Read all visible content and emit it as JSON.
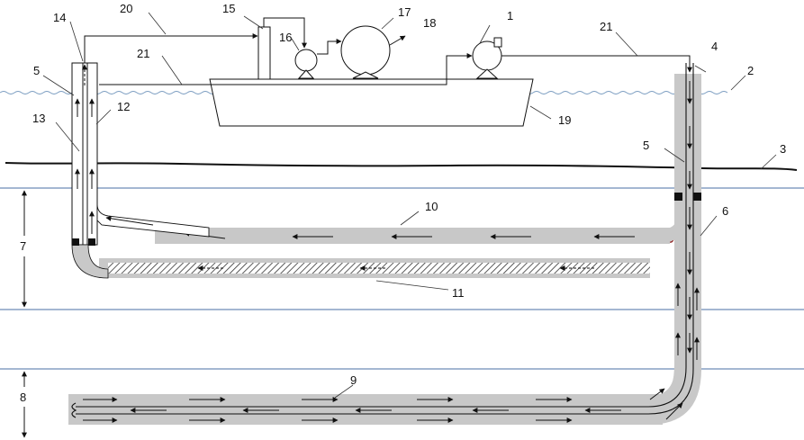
{
  "figure": {
    "labels": {
      "n1": "1",
      "n2": "2",
      "n3": "3",
      "n4": "4",
      "n5a": "5",
      "n5b": "5",
      "n6": "6",
      "n7": "7",
      "n8": "8",
      "n9": "9",
      "n10": "10",
      "n11": "11",
      "n12": "12",
      "n13": "13",
      "n14": "14",
      "n15": "15",
      "n16": "16",
      "n17": "17",
      "n18": "18",
      "n19": "19",
      "n20": "20",
      "n21a": "21",
      "n21b": "21"
    },
    "colors": {
      "pipe_fill": "#c8c8c8",
      "stratum_line": "#4a6fa5",
      "water": "#7a9cc0",
      "line": "#111111",
      "packer": "#111111"
    },
    "icons": [
      "pump-icon",
      "separator-tank-icon",
      "compressor-icon",
      "barge-icon"
    ]
  }
}
